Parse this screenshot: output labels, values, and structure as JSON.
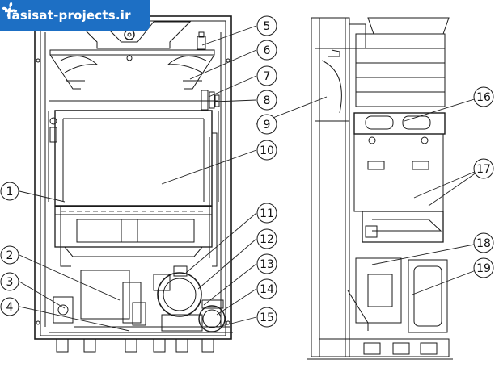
{
  "watermark": {
    "text": "Tasisat-projects.ir",
    "icon": "fan-icon",
    "color": "#1d6fc4"
  },
  "callouts": [
    "1",
    "2",
    "3",
    "4",
    "5",
    "6",
    "7",
    "8",
    "9",
    "10",
    "11",
    "12",
    "13",
    "14",
    "15",
    "16",
    "17",
    "18",
    "19"
  ]
}
